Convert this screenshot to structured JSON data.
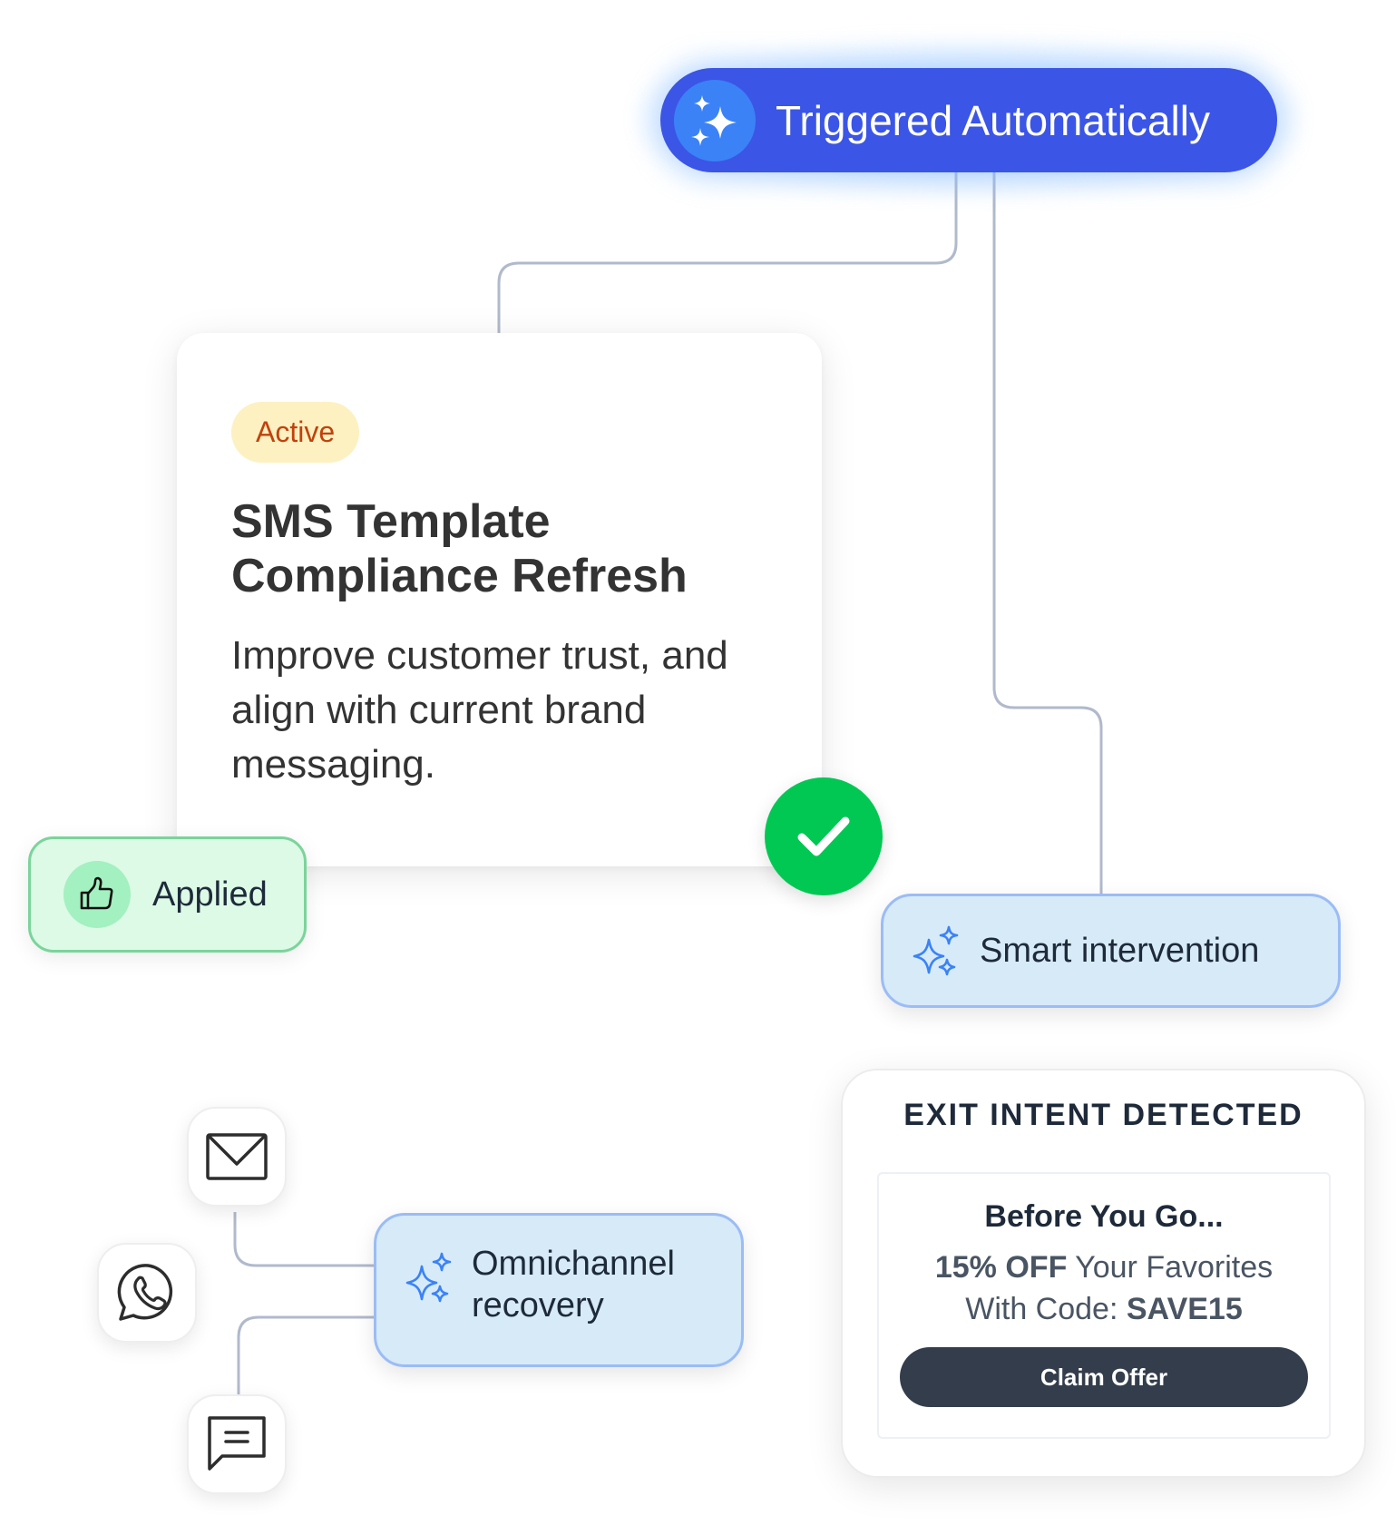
{
  "trigger": {
    "label": "Triggered Automatically",
    "icon": "sparkles-icon",
    "color": "#3b55e6"
  },
  "main_card": {
    "status_badge": "Active",
    "title": "SMS Template Compliance Refresh",
    "description": "Improve customer trust, and align with current brand messaging.",
    "status_icon": "check-circle-icon",
    "status_color": "#00c853"
  },
  "applied": {
    "label": "Applied",
    "icon": "thumbs-up-icon"
  },
  "smart_intervention": {
    "label": "Smart intervention",
    "icon": "sparkles-icon"
  },
  "exit_intent": {
    "title": "EXIT INTENT DETECTED",
    "heading": "Before You Go...",
    "offer_bold": "15% OFF",
    "offer_text": " Your Favorites",
    "code_prefix": "With Code: ",
    "code": "SAVE15",
    "button_label": "Claim Offer"
  },
  "channels": [
    {
      "name": "Email",
      "icon": "envelope-icon"
    },
    {
      "name": "WhatsApp",
      "icon": "whatsapp-icon"
    },
    {
      "name": "SMS",
      "icon": "chat-bubble-icon"
    }
  ],
  "omnichannel": {
    "label": "Omnichannel recovery",
    "icon": "sparkles-icon"
  },
  "colors": {
    "connector": "#b1b9cc",
    "node_bg": "#d6eaf8",
    "node_border": "#9bbcf5",
    "applied_bg": "#dcfae6",
    "badge_bg": "#fdf1c2",
    "badge_text": "#c2410c",
    "button_bg": "#343d4b"
  }
}
